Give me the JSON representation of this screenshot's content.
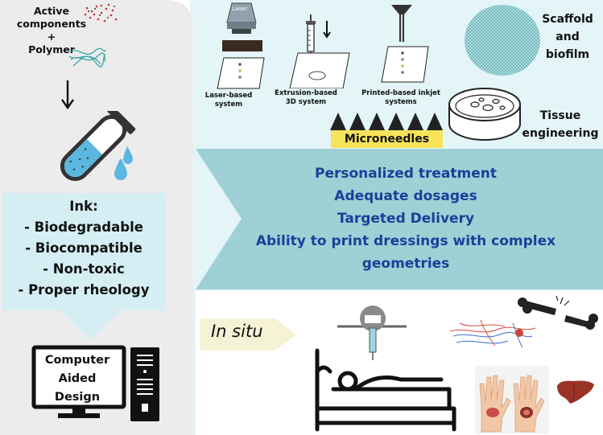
{
  "inputs": {
    "active": "Active components",
    "plus": "+",
    "polymer": "Polymer"
  },
  "ink": {
    "title": "Ink:",
    "properties": [
      "- Biodegradable",
      "- Biocompatible",
      "- Non-toxic",
      "- Proper rheology"
    ]
  },
  "cad": "Computer Aided Design",
  "systems": {
    "laser_tag": "Laser",
    "laser": "Laser-based system",
    "extrusion": "Extrusion-based 3D system",
    "inkjet": "Printed-based inkjet systems"
  },
  "applications": {
    "scaffold": "Scaffold and biofilm",
    "microneedles": "Microneedles",
    "tissue": "Tissue engineering"
  },
  "benefits": [
    "Personalized treatment",
    "Adequate dosages",
    "Targeted Delivery",
    "Ability to print dressings with complex geometries"
  ],
  "in_situ": "In situ",
  "colors": {
    "panel_gray": "#ececec",
    "panel_blue": "#e3f5f7",
    "band_teal": "#9fd0d6",
    "benefit_text": "#1a3f99",
    "microneedle_label": "#f7e35a",
    "in_situ_arrow": "#f6f2d5",
    "liquid_blue": "#5ab8e0"
  }
}
